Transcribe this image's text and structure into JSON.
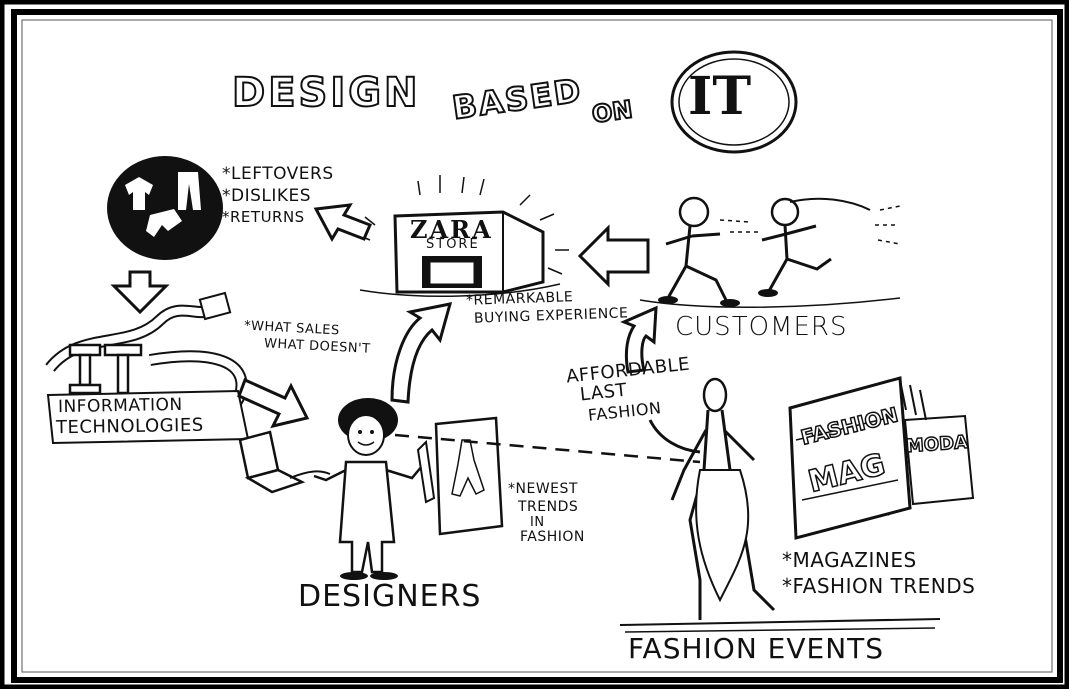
{
  "title": {
    "design": "DESIGN",
    "based": "BASED",
    "on": "ON",
    "it": "IT"
  },
  "it_node": {
    "logo": "IT",
    "line1": "INFORMATION",
    "line2": "TECHNOLOGIES"
  },
  "feedback_list": [
    "*LEFTOVERS",
    "*DISLIKES",
    "*RETURNS"
  ],
  "sales_note": [
    "*WHAT SALES",
    "WHAT DOESN'T"
  ],
  "store": {
    "name": "ZARA",
    "sub": "STORE",
    "note": [
      "*REMARKABLE",
      "BUYING EXPERIENCE"
    ]
  },
  "customers_label": "CUSTOMERS",
  "designers_label": "DESIGNERS",
  "trends_note": [
    "*NEWEST",
    "TRENDS",
    "IN",
    "FASHION"
  ],
  "affordable_note": [
    "AFFORDABLE",
    "LAST",
    "FASHION"
  ],
  "magazine": {
    "fashion": "FASHION",
    "moda": "MODA",
    "mag": "MAG"
  },
  "events_list": [
    "*MAGAZINES",
    "*FASHION TRENDS"
  ],
  "events_label": "FASHION EVENTS"
}
